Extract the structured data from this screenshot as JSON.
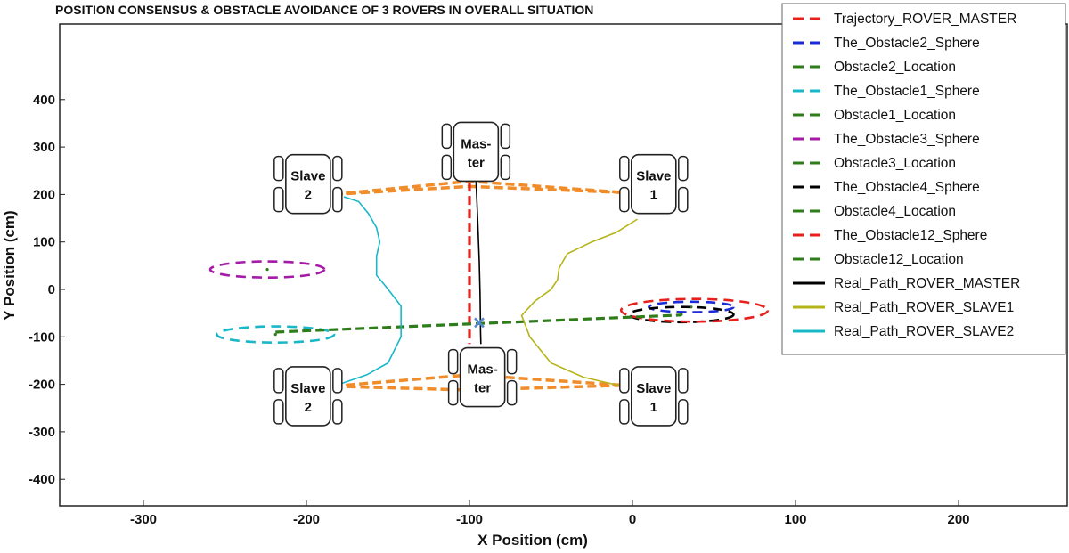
{
  "chart_data": {
    "type": "line",
    "title": "POSITION CONSENSUS & OBSTACLE AVOIDANCE OF 3 ROVERS IN OVERALL SITUATION",
    "xlabel": "X Position (cm)",
    "ylabel": "Y Position (cm)",
    "xlim": [
      -350,
      270
    ],
    "ylim": [
      -450,
      520
    ],
    "xticks": [
      -300,
      -200,
      -100,
      0,
      100,
      200
    ],
    "yticks": [
      -400,
      -300,
      -200,
      -100,
      0,
      100,
      200,
      300,
      400
    ],
    "grid": false,
    "legend_position": "top-right, outside",
    "series": [
      {
        "name": "Trajectory_ROVER_MASTER",
        "style": "dashed",
        "color": "#e8201c",
        "x": [
          -100,
          -100
        ],
        "y": [
          225,
          -115
        ]
      },
      {
        "name": "The_Obstacle2_Sphere",
        "style": "dashed",
        "color": "#1a2ad6",
        "ellipse": {
          "cx": 36,
          "cy": -37,
          "rx": 26,
          "ry": 11
        }
      },
      {
        "name": "Obstacle2_Location",
        "style": "dashed",
        "color": "#2e7d1a",
        "x": [
          36
        ],
        "y": [
          -37
        ]
      },
      {
        "name": "The_Obstacle1_Sphere",
        "style": "dashed",
        "color": "#19b8c8",
        "ellipse": {
          "cx": -219,
          "cy": -95,
          "rx": 36,
          "ry": 17
        }
      },
      {
        "name": "Obstacle1_Location",
        "style": "dashed",
        "color": "#2e7d1a",
        "x": [
          -219
        ],
        "y": [
          -95
        ]
      },
      {
        "name": "The_Obstacle3_Sphere",
        "style": "dashed",
        "color": "#a61aa8",
        "ellipse": {
          "cx": -224,
          "cy": 42,
          "rx": 35,
          "ry": 17
        }
      },
      {
        "name": "Obstacle3_Location",
        "style": "dashed",
        "color": "#2e7d1a",
        "x": [
          -224
        ],
        "y": [
          42
        ]
      },
      {
        "name": "The_Obstacle4_Sphere",
        "style": "dashed",
        "color": "#000000",
        "ellipse": {
          "cx": 30,
          "cy": -53,
          "rx": 32,
          "ry": 16
        }
      },
      {
        "name": "Obstacle4_Location",
        "style": "dashed",
        "color": "#2e7d1a",
        "x": [
          30
        ],
        "y": [
          -53
        ]
      },
      {
        "name": "The_Obstacle12_Sphere",
        "style": "dashed",
        "color": "#e8201c",
        "ellipse": {
          "cx": 38,
          "cy": -44,
          "rx": 45,
          "ry": 24
        }
      },
      {
        "name": "Obstacle12_Location",
        "style": "dashed",
        "color": "#2e7d1a",
        "x": [
          -219,
          30
        ],
        "y": [
          -90,
          -54
        ]
      },
      {
        "name": "Real_Path_ROVER_MASTER",
        "style": "solid",
        "color": "#000000",
        "x": [
          -96,
          -95,
          -94,
          -93.5,
          -93.3,
          -93.2,
          -93
        ],
        "y": [
          230,
          150,
          60,
          -10,
          -60,
          -90,
          -115
        ]
      },
      {
        "name": "Real_Path_ROVER_SLAVE1",
        "style": "solid",
        "color": "#b5b51a",
        "x": [
          3,
          -10,
          -25,
          -40,
          -45,
          -46,
          -50,
          -60,
          -68,
          -63,
          -50,
          -30,
          -5
        ],
        "y": [
          148,
          120,
          100,
          75,
          45,
          20,
          0,
          -25,
          -55,
          -100,
          -155,
          -185,
          -205
        ]
      },
      {
        "name": "Real_Path_ROVER_SLAVE2",
        "style": "solid",
        "color": "#19b8c8",
        "x": [
          -177,
          -168,
          -162,
          -157,
          -155,
          -157,
          -157,
          -151,
          -142,
          -142,
          -150,
          -163,
          -180
        ],
        "y": [
          195,
          185,
          160,
          130,
          100,
          70,
          30,
          5,
          -35,
          -100,
          -155,
          -180,
          -200
        ]
      }
    ],
    "annotations": {
      "rovers": [
        {
          "line1": "Mas-",
          "line2": "ter",
          "x": -96,
          "y": 290
        },
        {
          "line1": "Slave",
          "line2": "2",
          "x": -199,
          "y": 222
        },
        {
          "line1": "Slave",
          "line2": "1",
          "x": 13,
          "y": 222
        },
        {
          "line1": "Mas-",
          "line2": "ter",
          "x": -92,
          "y": -185
        },
        {
          "line1": "Slave",
          "line2": "2",
          "x": -199,
          "y": -225
        },
        {
          "line1": "Slave",
          "line2": "1",
          "x": 13,
          "y": -225
        }
      ],
      "formation_links_color": "#f08c2a",
      "formation_links": [
        [
          [
            -184,
            200
          ],
          [
            -100,
            228
          ],
          [
            -5,
            204
          ],
          [
            -100,
            217
          ],
          [
            -184,
            200
          ]
        ],
        [
          [
            -184,
            -204
          ],
          [
            -100,
            -180
          ],
          [
            -5,
            -202
          ],
          [
            -100,
            -212
          ],
          [
            -184,
            -204
          ]
        ]
      ],
      "start_marker": {
        "x": -94,
        "y": -70,
        "color": "#5588cc"
      }
    }
  }
}
